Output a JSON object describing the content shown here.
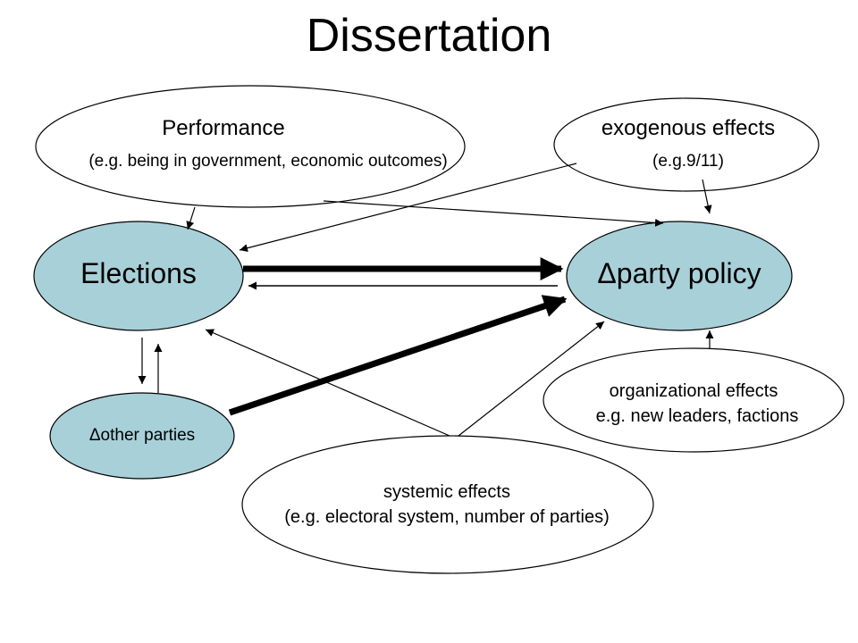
{
  "title": "Dissertation",
  "nodes": {
    "performance": {
      "label": "Performance",
      "detail": "(e.g. being in government, economic outcomes)"
    },
    "exogenous": {
      "label": "exogenous effects",
      "detail": "(e.g.9/11)"
    },
    "elections": {
      "label": "Elections"
    },
    "party_policy": {
      "label": "Δparty policy"
    },
    "other_parties": {
      "label": "Δother parties"
    },
    "organizational": {
      "label": "organizational effects",
      "detail": "e.g. new leaders, factions"
    },
    "systemic": {
      "label": "systemic effects",
      "detail": "(e.g. electoral system, number of parties)"
    }
  },
  "colors": {
    "node_fill_highlight": "#a8d0d8",
    "node_fill_plain": "#ffffff",
    "stroke": "#000000"
  }
}
